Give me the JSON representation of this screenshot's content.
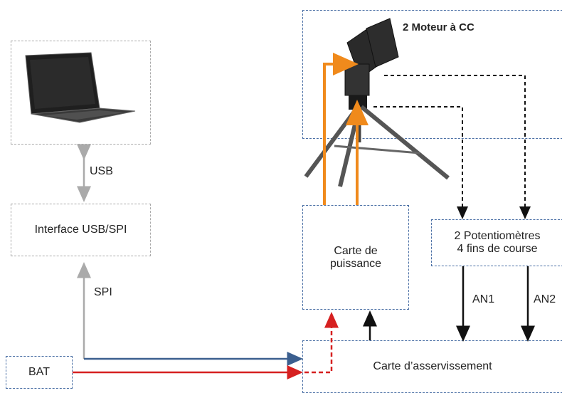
{
  "laptop_label": "laptop",
  "interface_label": "Interface USB/SPI",
  "usb_label": "USB",
  "spi_label": "SPI",
  "bat_label": "BAT",
  "power_board": {
    "line1": "Carte de",
    "line2": "puissance"
  },
  "motor_label": "2 Moteur à CC",
  "sensors": {
    "line1": "2 Potentiomètres",
    "line2": "4 fins de course"
  },
  "an1_label": "AN1",
  "an2_label": "AN2",
  "servo_label": "Carte d’asservissement",
  "colors": {
    "grey_arrow": "#aaaaaa",
    "blue_line": "#3b5f8f",
    "red_line": "#d62020",
    "orange_line": "#f08a1c",
    "black_line": "#111111"
  }
}
